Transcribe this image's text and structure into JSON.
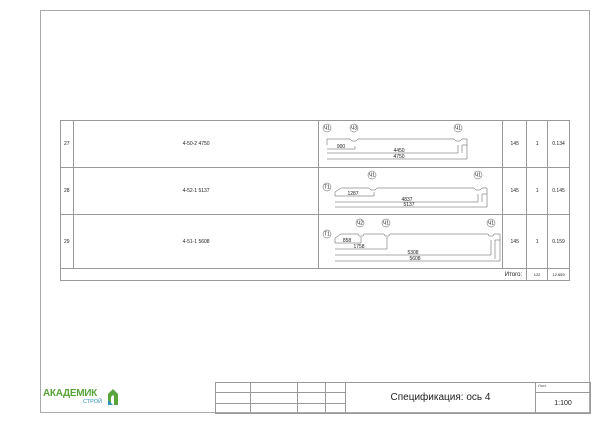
{
  "rows": [
    {
      "num": "27",
      "name": "4-50-2   4750",
      "drawing": {
        "tags": [
          "Ч1",
          "Ч3",
          "Ч1"
        ],
        "dims": [
          "900",
          "4450",
          "4750"
        ]
      },
      "col1": "145",
      "col2": "1",
      "col3": "0.134"
    },
    {
      "num": "28",
      "name": "4-52-1   5137",
      "drawing": {
        "start": "Т1",
        "tags": [
          "Ч1",
          "Ч1"
        ],
        "dims": [
          "1287",
          "4837",
          "5137"
        ]
      },
      "col1": "145",
      "col2": "1",
      "col3": "0.145"
    },
    {
      "num": "29",
      "name": "4-51-1   5608",
      "drawing": {
        "start": "Т1",
        "tags": [
          "Ч2",
          "Ч1",
          "Ч1"
        ],
        "dims": [
          "858",
          "1758",
          "5308",
          "5608"
        ]
      },
      "col1": "145",
      "col2": "1",
      "col3": "0.159"
    }
  ],
  "total": {
    "label": "Итого:",
    "count": "122",
    "sum": "12.659"
  },
  "logo": {
    "line1": "АКАДЕМИК",
    "line2": "СТРОЙ",
    "colors": [
      "#5aa43c",
      "#2f8fbf"
    ]
  },
  "title_block": {
    "title": "Спецификация: ось 4",
    "sheet_label": "Лист",
    "scale": "1:100"
  }
}
